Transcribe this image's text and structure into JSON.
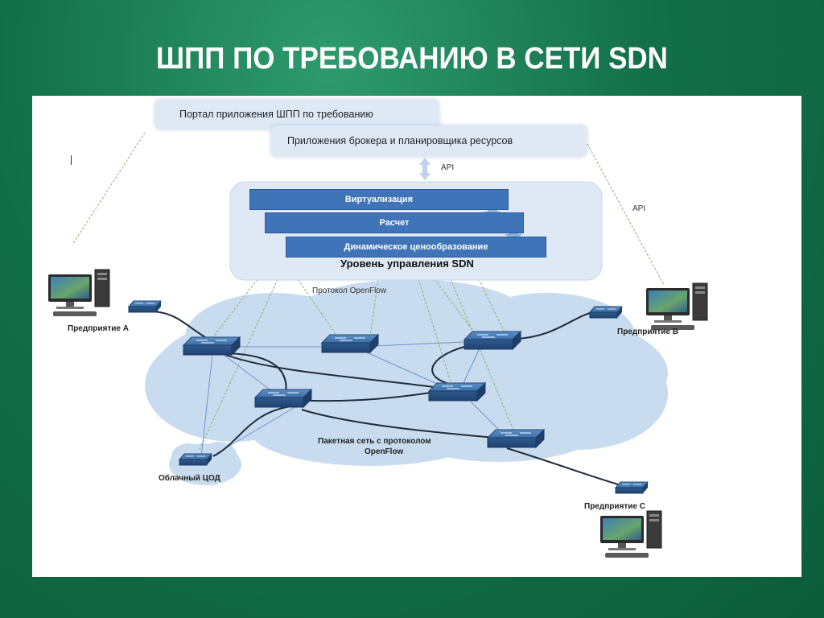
{
  "title": "ШПП ПО ТРЕБОВАНИЮ В СЕТИ SDN",
  "diagram": {
    "portal_box": "Портал приложения ШПП по требованию",
    "broker_box": "Приложения брокера и планировщика ресурсов",
    "api_top": "API",
    "api_right": "API",
    "control_layer": {
      "title": "Уровень управления SDN",
      "bars": [
        "Виртуализация",
        "Расчет",
        "Динамическое ценообразование"
      ]
    },
    "protocol_label": "Протокол OpenFlow",
    "network_label_line1": "Пакетная сеть с протоколом",
    "network_label_line2": "OpenFlow",
    "nodes": {
      "enterprise_a": "Предприятие А",
      "enterprise_b": "Предприятие В",
      "enterprise_c": "Предприятие С",
      "cloud_dc": "Облачный ЦОД"
    }
  }
}
